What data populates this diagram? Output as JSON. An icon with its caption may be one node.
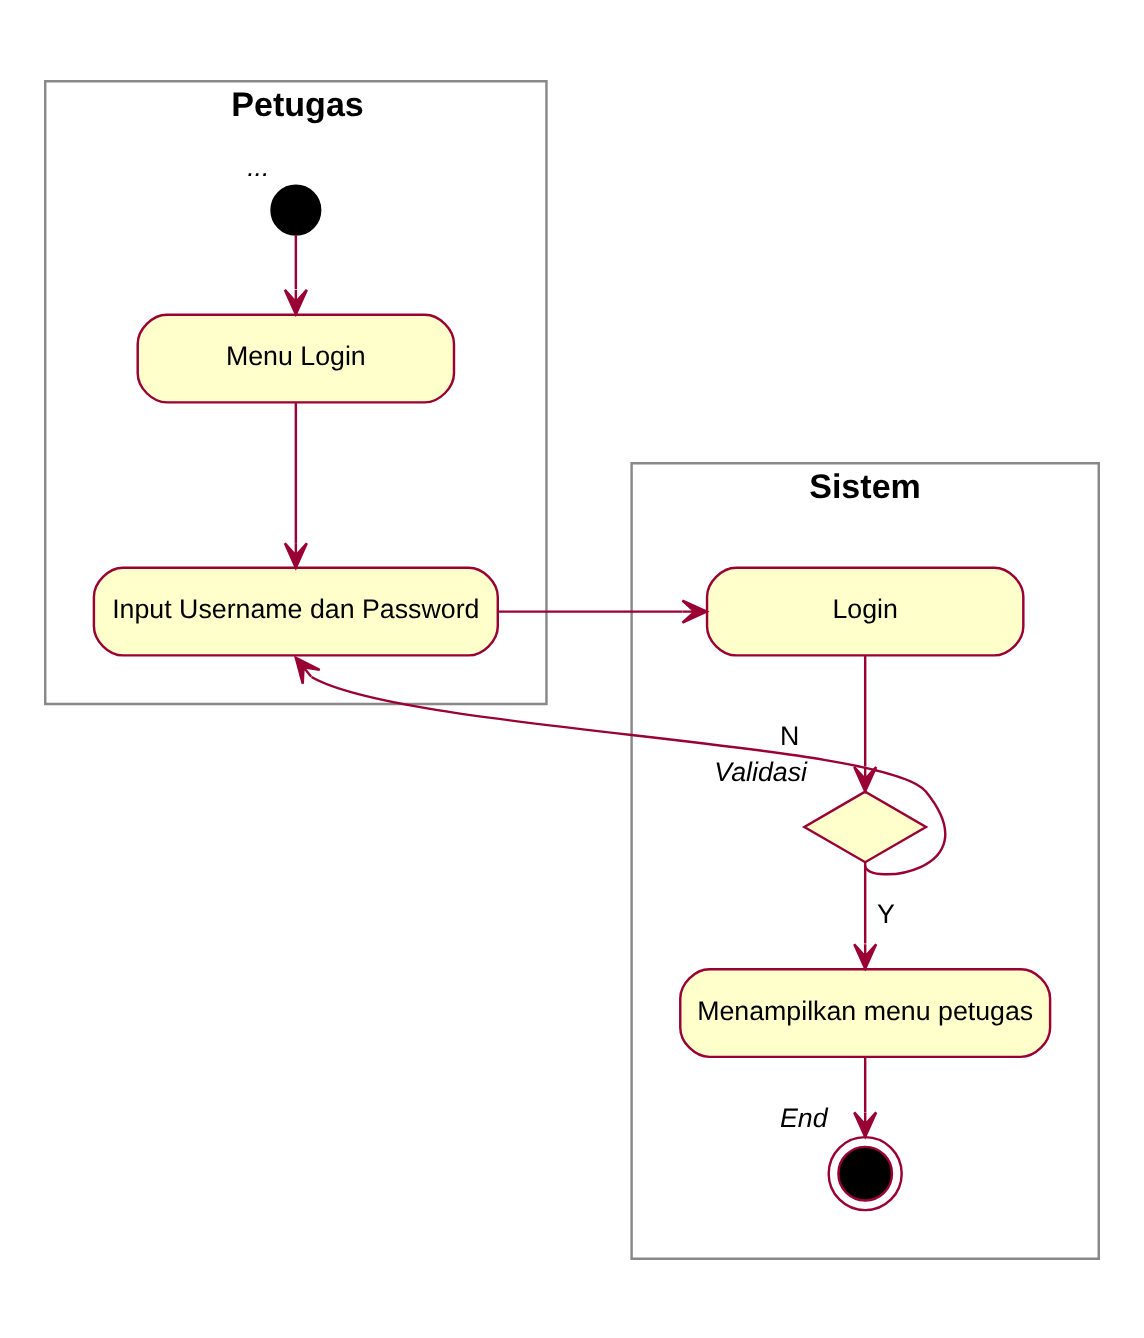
{
  "diagram": {
    "nodes": [
      {
        "text": [
          "Petugas"
        ]
      },
      {
        "text": [
          "Sistem"
        ]
      },
      {
        "text": [],
        "shape": "circle",
        "beside": [
          "..."
        ],
        "in": 0
      },
      {
        "text": [
          "Menu Login"
        ],
        "in": 0
      },
      {
        "text": [
          "Input Username dan Password"
        ],
        "in": 0
      },
      {
        "text": [
          "Login"
        ],
        "in": 1
      },
      {
        "text": [],
        "shape": "diamond",
        "beside": [
          "Validasi"
        ],
        "in": 1
      },
      {
        "text": [
          "Menampilkan menu petugas"
        ],
        "in": 1
      },
      {
        "text": [],
        "shape": "circle",
        "beside": [
          "End"
        ],
        "in": 1
      }
    ],
    "edges": [
      {
        "from": 2,
        "to": 3,
        "arrow": "to"
      },
      {
        "from": 3,
        "to": 4,
        "arrow": "to"
      },
      {
        "from": 4,
        "to": 5,
        "arrow": "to"
      },
      {
        "from": 5,
        "to": 6,
        "arrow": "to"
      },
      {
        "from": 6,
        "to": 4,
        "arrow": "to",
        "label": "N"
      },
      {
        "from": 6,
        "to": 7,
        "arrow": "to",
        "label": "Y"
      },
      {
        "from": 7,
        "to": 8,
        "arrow": "to"
      }
    ]
  }
}
